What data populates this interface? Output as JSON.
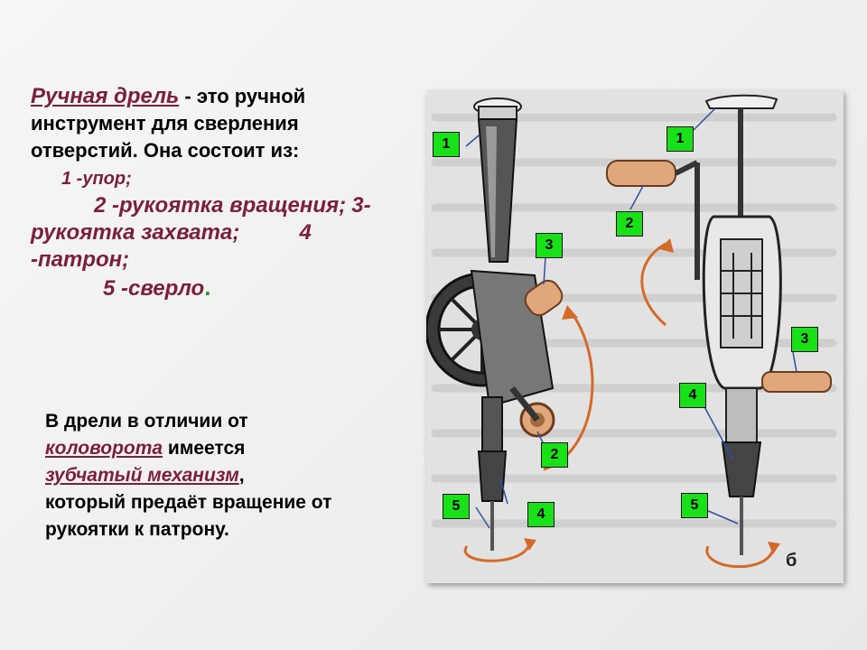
{
  "intro": {
    "term": "Ручная дрель",
    "dash": " - ",
    "text": "это ручной инструмент для сверления отверстий. Она состоит из:",
    "parts": [
      "1 -упор;",
      "2 -рукоятка вращения;",
      "3-рукоятка захвата;",
      "4 -патрон;",
      "5 -сверло"
    ],
    "final_dot": "."
  },
  "second": {
    "line1": "В дрели в отличии от",
    "link1": "коловорота",
    "line2": " имеется",
    "link2": "зубчатый механизм",
    "comma": ",",
    "line3": "который предаёт вращение от рукоятки к патрону."
  },
  "figure": {
    "left_labels": [
      "1",
      "3",
      "2",
      "5",
      "4"
    ],
    "right_labels": [
      "1",
      "2",
      "3",
      "4",
      "5"
    ],
    "letter": "б",
    "colors": {
      "badge": "#18e118",
      "leader_line": "#2f4fa0",
      "arrow": "#d46a2a",
      "handle": "#e0a77a"
    }
  }
}
